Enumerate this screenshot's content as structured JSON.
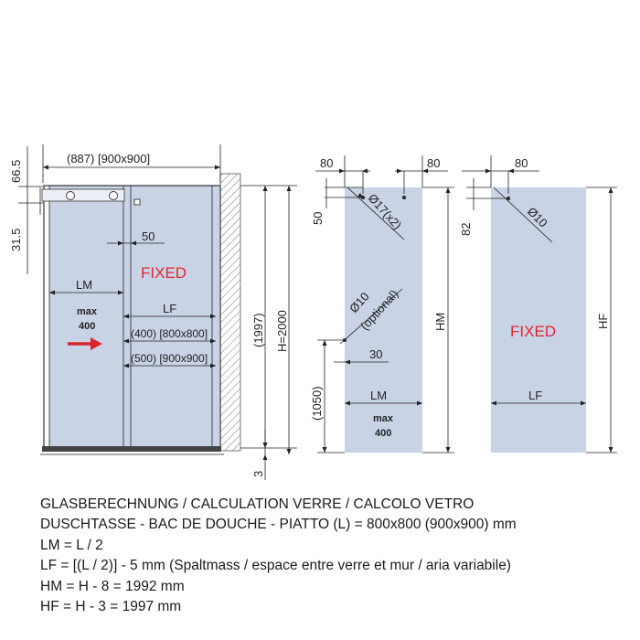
{
  "front_view": {
    "width_label": "(887) [900x900]",
    "dim_66_5": "66.5",
    "dim_31_5": "31.5",
    "dim_50": "50",
    "lm_label": "LM",
    "max_label": "max",
    "max_value": "400",
    "fixed_label": "FIXED",
    "lf_label": "LF",
    "lf_800": "(400) [800x800]",
    "lf_900": "(500) [900x900]",
    "height_1997": "(1997)",
    "height_h": "H=2000",
    "dim_3": "3"
  },
  "mobile_panel": {
    "dim_80_left": "80",
    "dim_80_right": "80",
    "dim_50": "50",
    "hole_label": "Ø17(x2)",
    "hole_optional_1": "Ø10",
    "hole_optional_2": "(optional)",
    "dim_30": "30",
    "dim_1050": "(1050)",
    "hm_label": "HM",
    "lm_label": "LM",
    "max_label": "max",
    "max_value": "400"
  },
  "fixed_panel": {
    "dim_80": "80",
    "dim_82": "82",
    "hole_label": "Ø10",
    "fixed_label": "FIXED",
    "hf_label": "HF",
    "lf_label": "LF"
  },
  "notes": [
    "GLASBERECHNUNG / CALCULATION VERRE / CALCOLO VETRO",
    "DUSCHTASSE - BAC DE DOUCHE - PIATTO (L) = 800x800 (900x900) mm",
    "LM = L / 2",
    "LF = [(L / 2)] - 5 mm (Spaltmass / espace entre verre et mur / aria variabile)",
    "HM = H - 8 = 1992 mm",
    "HF = H - 3 = 1997 mm"
  ],
  "colors": {
    "glass": "#c9d3e6",
    "fixed_text": "#e1262c",
    "arrow": "#d9262b"
  }
}
